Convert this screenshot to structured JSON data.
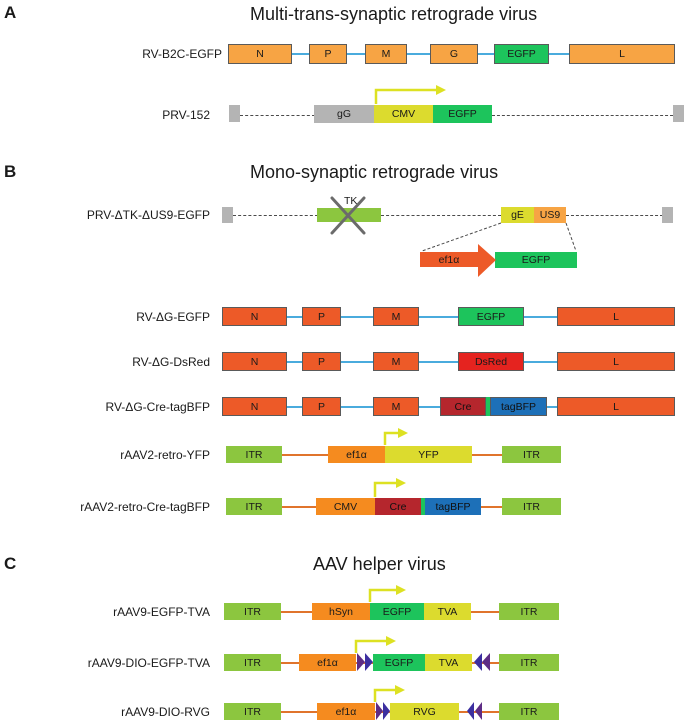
{
  "colors": {
    "orange": "#F7A444",
    "red_orange": "#ED5A28",
    "aav_orange": "#F58B1F",
    "green": "#1DC45C",
    "yellow": "#DCDB2E",
    "itr_green": "#8CC63F",
    "gray": "#B4B4B4",
    "red": "#E5231F",
    "cre_red": "#B5262D",
    "blue": "#1D70B8",
    "purple": "#5E2C85",
    "blue_line": "#4AABDD",
    "orange_line": "#E0742C",
    "arrow_yellow": "#DDE122"
  },
  "panels": {
    "a": {
      "letter": "A",
      "title": "Multi-trans-synaptic retrograde virus"
    },
    "b": {
      "letter": "B",
      "title": "Mono-synaptic retrograde virus"
    },
    "c": {
      "letter": "C",
      "title": "AAV helper virus"
    }
  },
  "constructs": {
    "rv_b2c_egfp": {
      "name": "RV-B2C-EGFP",
      "genes": [
        "N",
        "P",
        "M",
        "G",
        "EGFP",
        "L"
      ]
    },
    "prv_152": {
      "name": "PRV-152",
      "genes": [
        "gG",
        "CMV",
        "EGFP"
      ]
    },
    "prv_dtk": {
      "name": "PRV-ΔTK-ΔUS9-EGFP",
      "genes": [
        "TK",
        "gE",
        "US9"
      ],
      "insert": [
        "ef1α",
        "EGFP"
      ]
    },
    "rv_dg_egfp": {
      "name": "RV-ΔG-EGFP",
      "genes": [
        "N",
        "P",
        "M",
        "EGFP",
        "L"
      ]
    },
    "rv_dg_dsred": {
      "name": "RV-ΔG-DsRed",
      "genes": [
        "N",
        "P",
        "M",
        "DsRed",
        "L"
      ]
    },
    "rv_dg_cre": {
      "name": "RV-ΔG-Cre-tagBFP",
      "genes": [
        "N",
        "P",
        "M",
        "Cre",
        "tagBFP",
        "L"
      ]
    },
    "raav2_yfp": {
      "name": "rAAV2-retro-YFP",
      "genes": [
        "ITR",
        "ef1α",
        "YFP",
        "ITR"
      ]
    },
    "raav2_cre": {
      "name": "rAAV2-retro-Cre-tagBFP",
      "genes": [
        "ITR",
        "CMV",
        "Cre",
        "tagBFP",
        "ITR"
      ]
    },
    "raav9_egfp_tva": {
      "name": "rAAV9-EGFP-TVA",
      "genes": [
        "ITR",
        "hSyn",
        "EGFP",
        "TVA",
        "ITR"
      ]
    },
    "raav9_dio_egfp_tva": {
      "name": "rAAV9-DIO-EGFP-TVA",
      "genes": [
        "ITR",
        "ef1α",
        "EGFP",
        "TVA",
        "ITR"
      ]
    },
    "raav9_dio_rvg": {
      "name": "rAAV9-DIO-RVG",
      "genes": [
        "ITR",
        "ef1α",
        "RVG",
        "ITR"
      ]
    }
  }
}
